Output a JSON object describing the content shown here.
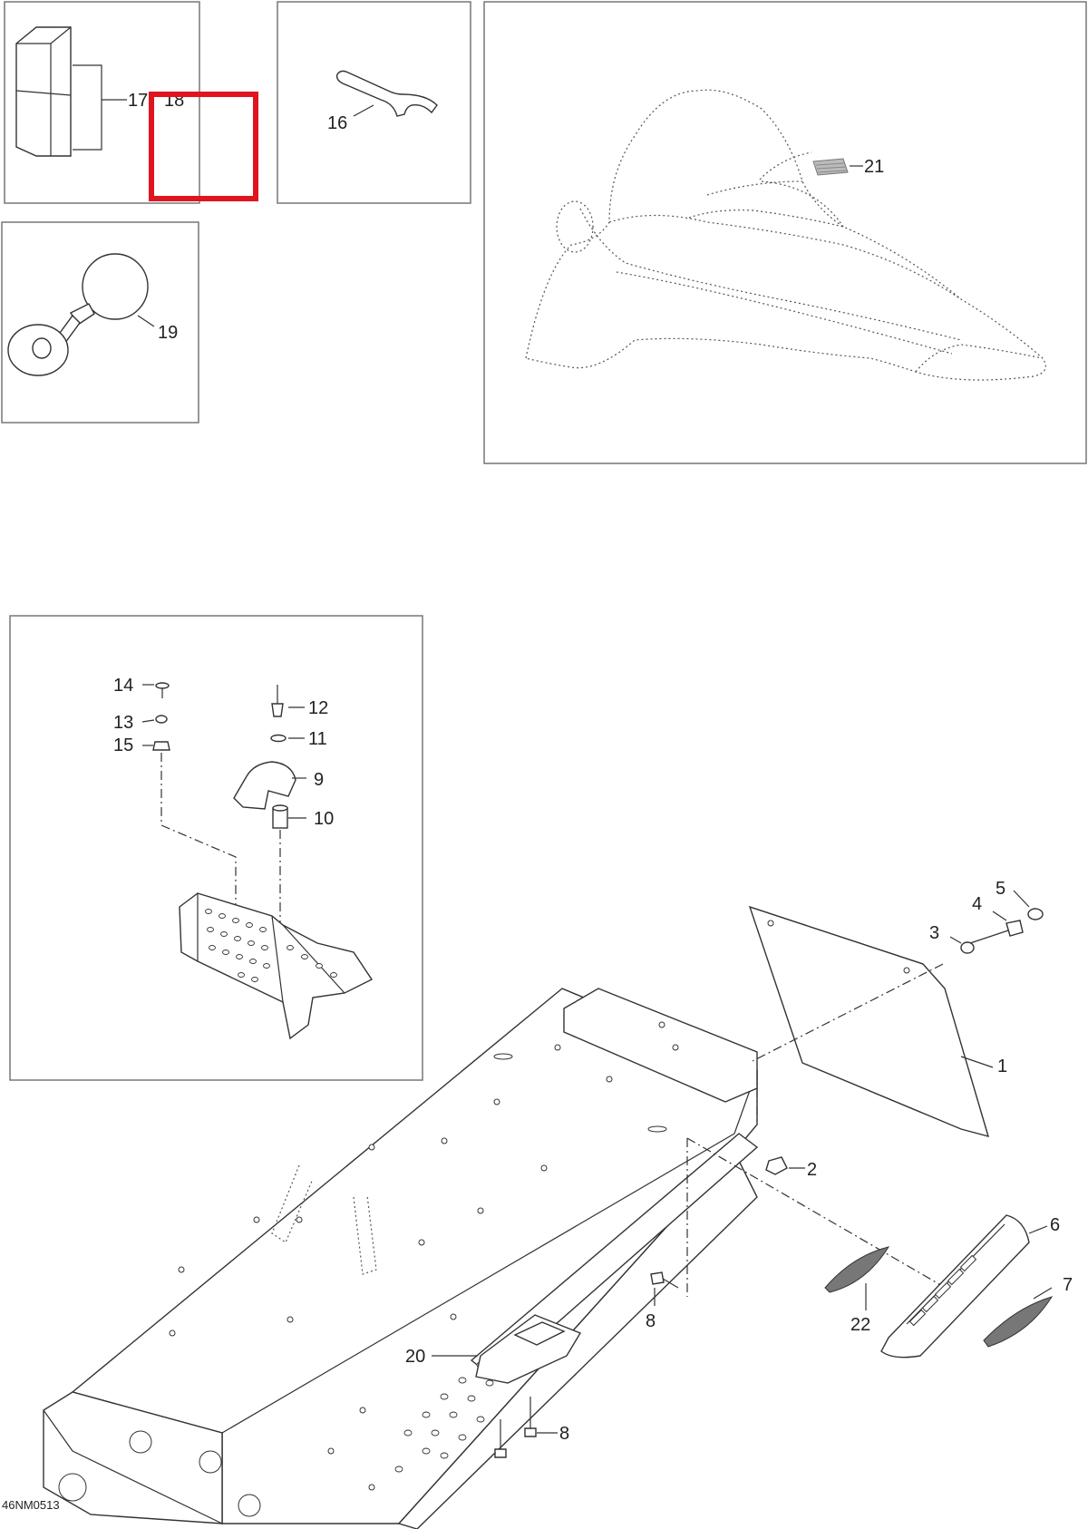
{
  "document_id": "46NM0513",
  "highlight_color": "#e0141e",
  "callouts": {
    "c1": "1",
    "c2": "2",
    "c3": "3",
    "c4": "4",
    "c5": "5",
    "c6": "6",
    "c7": "7",
    "c8a": "8",
    "c8b": "8",
    "c9": "9",
    "c10": "10",
    "c11": "11",
    "c12": "12",
    "c13": "13",
    "c14": "14",
    "c15": "15",
    "c16": "16",
    "c17": "17",
    "c18": "18",
    "c19": "19",
    "c20": "20",
    "c21": "21",
    "c22": "22"
  }
}
